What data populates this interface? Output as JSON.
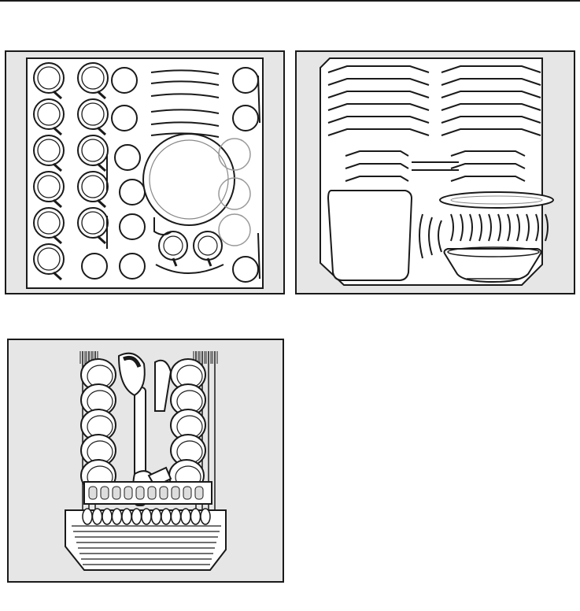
{
  "figures": [
    {
      "id": "upper-basket-loading",
      "icon": "upper-basket-cups-plates-illustration"
    },
    {
      "id": "lower-basket-loading",
      "icon": "lower-basket-plates-bowls-illustration"
    },
    {
      "id": "cutlery-basket-loading",
      "icon": "cutlery-basket-spoons-forks-illustration"
    }
  ],
  "colors": {
    "panel": "#e6e6e6",
    "line": "#1a1a1a",
    "fill": "#ffffff",
    "plate_outline": "#888888"
  }
}
